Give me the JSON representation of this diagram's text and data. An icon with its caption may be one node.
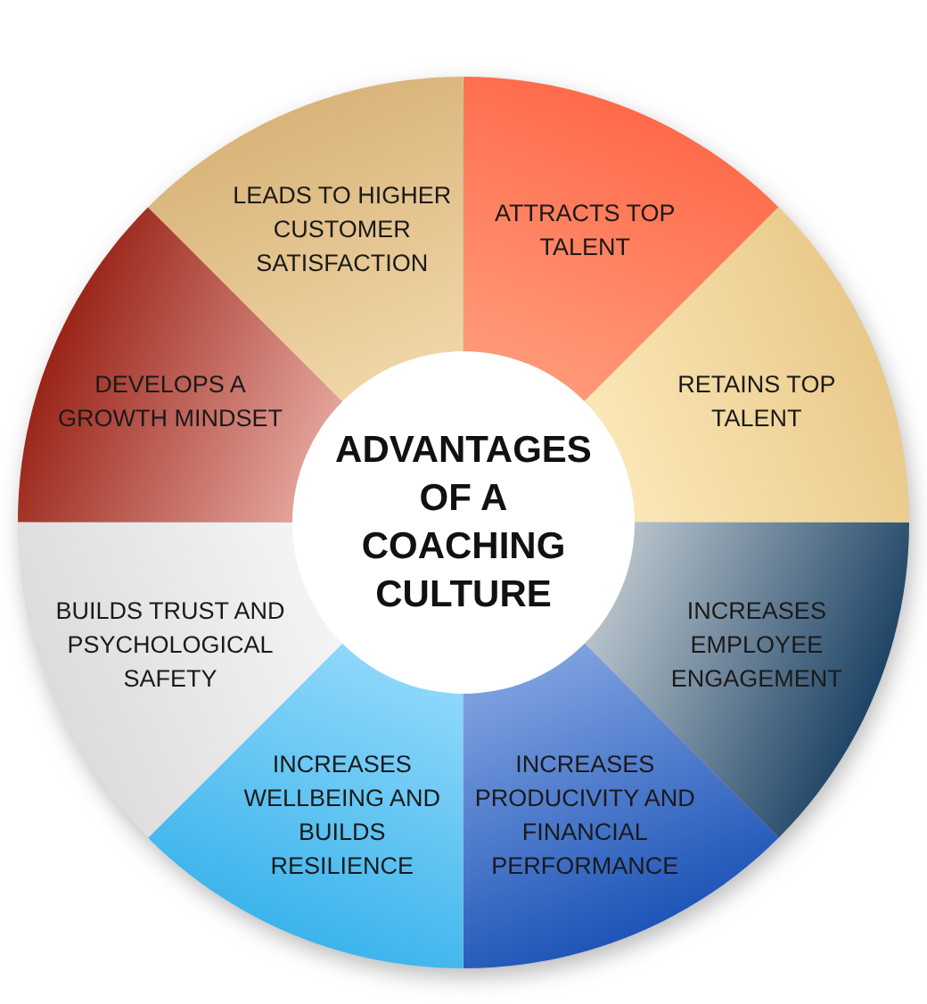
{
  "diagram": {
    "nodes": [
      {
        "text": [
          "ADVANTAGES OF A COACHING CULTURE"
        ]
      },
      {
        "text": [
          "ATTRACTS TOP TALENT"
        ]
      },
      {
        "text": [
          "RETAINS TOP TALENT"
        ]
      },
      {
        "text": [
          "INCREASES EMPLOYEE ENGAGEMENT"
        ]
      },
      {
        "text": [
          "INCREASES PRODUCIVITY AND FINANCIAL PERFORMANCE"
        ]
      },
      {
        "text": [
          "INCREASES WELLBEING AND BUILDS RESILIENCE"
        ]
      },
      {
        "text": [
          "BUILDS TRUST AND PSYCHOLOGICAL SAFETY"
        ]
      },
      {
        "text": [
          "DEVELOPS A GROWTH MINDSET"
        ]
      },
      {
        "text": [
          "LEADS TO HIGHER CUSTOMER SATISFACTION"
        ]
      }
    ]
  }
}
